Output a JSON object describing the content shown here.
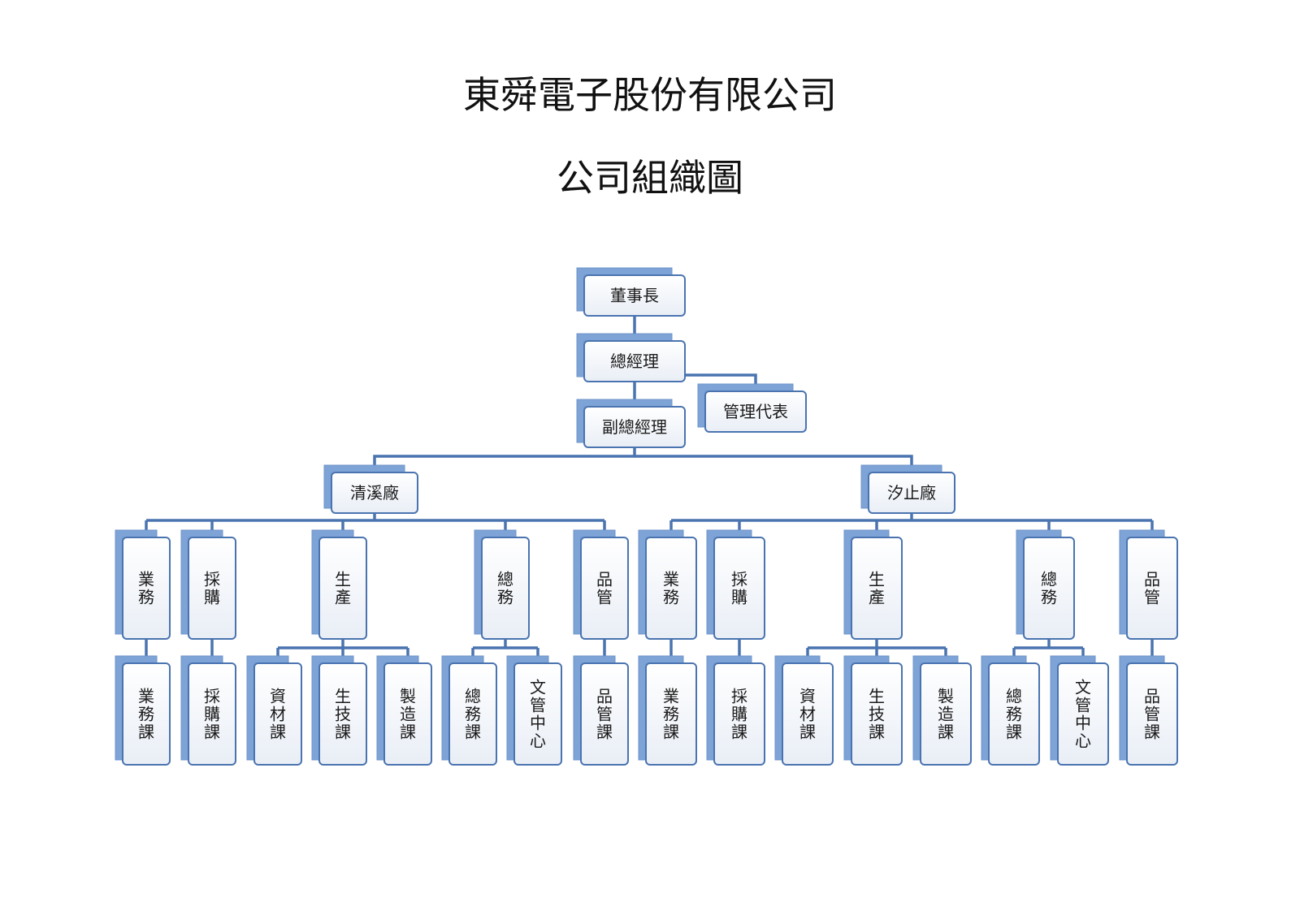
{
  "title": "東舜電子股份有限公司",
  "subtitle": "公司組織圖",
  "colors": {
    "line": "#4a74b0",
    "box_border": "#4a74b0",
    "box_shadow": "#7ea3d6",
    "box_fill_top": "#ffffff",
    "box_fill_bottom": "#e9eef6"
  },
  "chart": {
    "chairman": "董事長",
    "general_manager": "總經理",
    "management_rep": "管理代表",
    "deputy_gm": "副總經理",
    "plants": [
      {
        "name": "清溪廠",
        "departments": [
          {
            "name": "業務",
            "sections": [
              "業務課"
            ]
          },
          {
            "name": "採購",
            "sections": [
              "採購課"
            ]
          },
          {
            "name": "生產",
            "sections": [
              "資材課",
              "生技課",
              "製造課"
            ]
          },
          {
            "name": "總務",
            "sections": [
              "總務課",
              "文管中心"
            ]
          },
          {
            "name": "品管",
            "sections": [
              "品管課"
            ]
          }
        ]
      },
      {
        "name": "汐止廠",
        "departments": [
          {
            "name": "業務",
            "sections": [
              "業務課"
            ]
          },
          {
            "name": "採購",
            "sections": [
              "採購課"
            ]
          },
          {
            "name": "生產",
            "sections": [
              "資材課",
              "生技課",
              "製造課"
            ]
          },
          {
            "name": "總務",
            "sections": [
              "總務課",
              "文管中心"
            ]
          },
          {
            "name": "品管",
            "sections": [
              "品管課"
            ]
          }
        ]
      }
    ]
  }
}
